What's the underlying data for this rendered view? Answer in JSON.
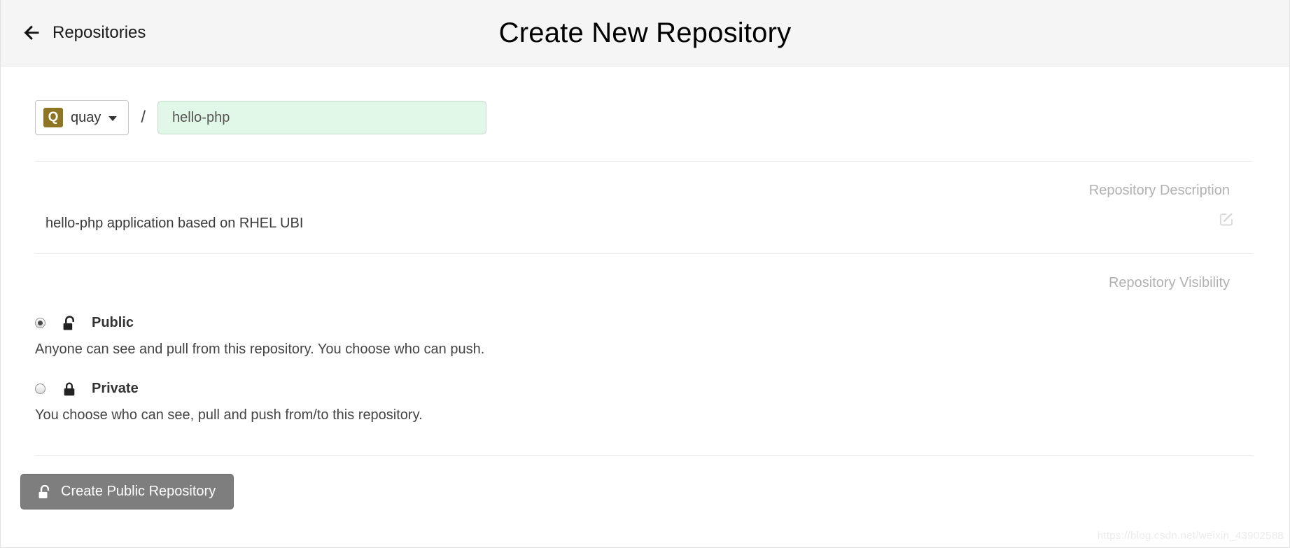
{
  "header": {
    "back_label": "Repositories",
    "title": "Create New Repository"
  },
  "namespace": {
    "avatar_letter": "Q",
    "selected": "quay",
    "separator": "/",
    "repo_name_value": "hello-php"
  },
  "description_section": {
    "label": "Repository Description",
    "value": "hello-php application based on RHEL UBI"
  },
  "visibility_section": {
    "label": "Repository Visibility",
    "options": [
      {
        "name": "Public",
        "help": "Anyone can see and pull from this repository. You choose who can push.",
        "selected": true,
        "icon": "unlock-icon"
      },
      {
        "name": "Private",
        "help": "You choose who can see, pull and push from/to this repository.",
        "selected": false,
        "icon": "lock-icon"
      }
    ]
  },
  "footer": {
    "create_button_label": "Create Public Repository"
  },
  "watermark": "https://blog.csdn.net/weixin_43902588",
  "colors": {
    "header_bg": "#f5f5f5",
    "avatar_bg": "#8e7524",
    "input_bg": "#e1f7e7",
    "input_border": "#c6dccb",
    "section_label": "#b1b1b1",
    "button_bg": "#7e7e7e"
  }
}
